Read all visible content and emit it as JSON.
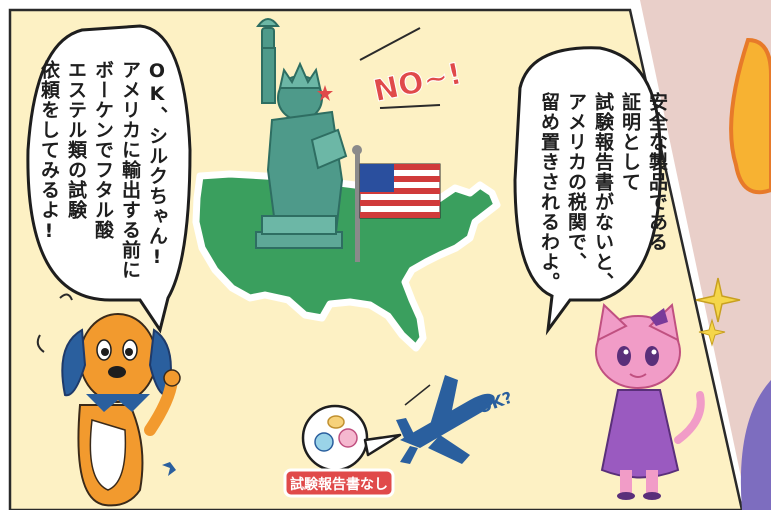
{
  "scene": {
    "dog_speech": "OK、シルクちゃん!\nアメリカに輸出する前に\nボーケンでフタル酸\nエステル類の試験\n依頼をしてみるよ!",
    "cat_speech": "安全な製品である\n証明として\n試験報告書がないと、\nアメリカの税関で、\n留め置きされるわよ。",
    "statue_exclamation": "NO~!",
    "plane_question": "OK?",
    "no_report_label": "試験報告書なし"
  },
  "colors": {
    "background_panel": "#fdf1c4",
    "neighbor_panel": "#e9cfc9",
    "usa_map": "#3a9f5e",
    "statue": "#4e9a8a",
    "plane": "#2a5f9e",
    "dog": "#f29a2e",
    "cat": "#f19cc7",
    "label_red": "#e04a4a"
  }
}
